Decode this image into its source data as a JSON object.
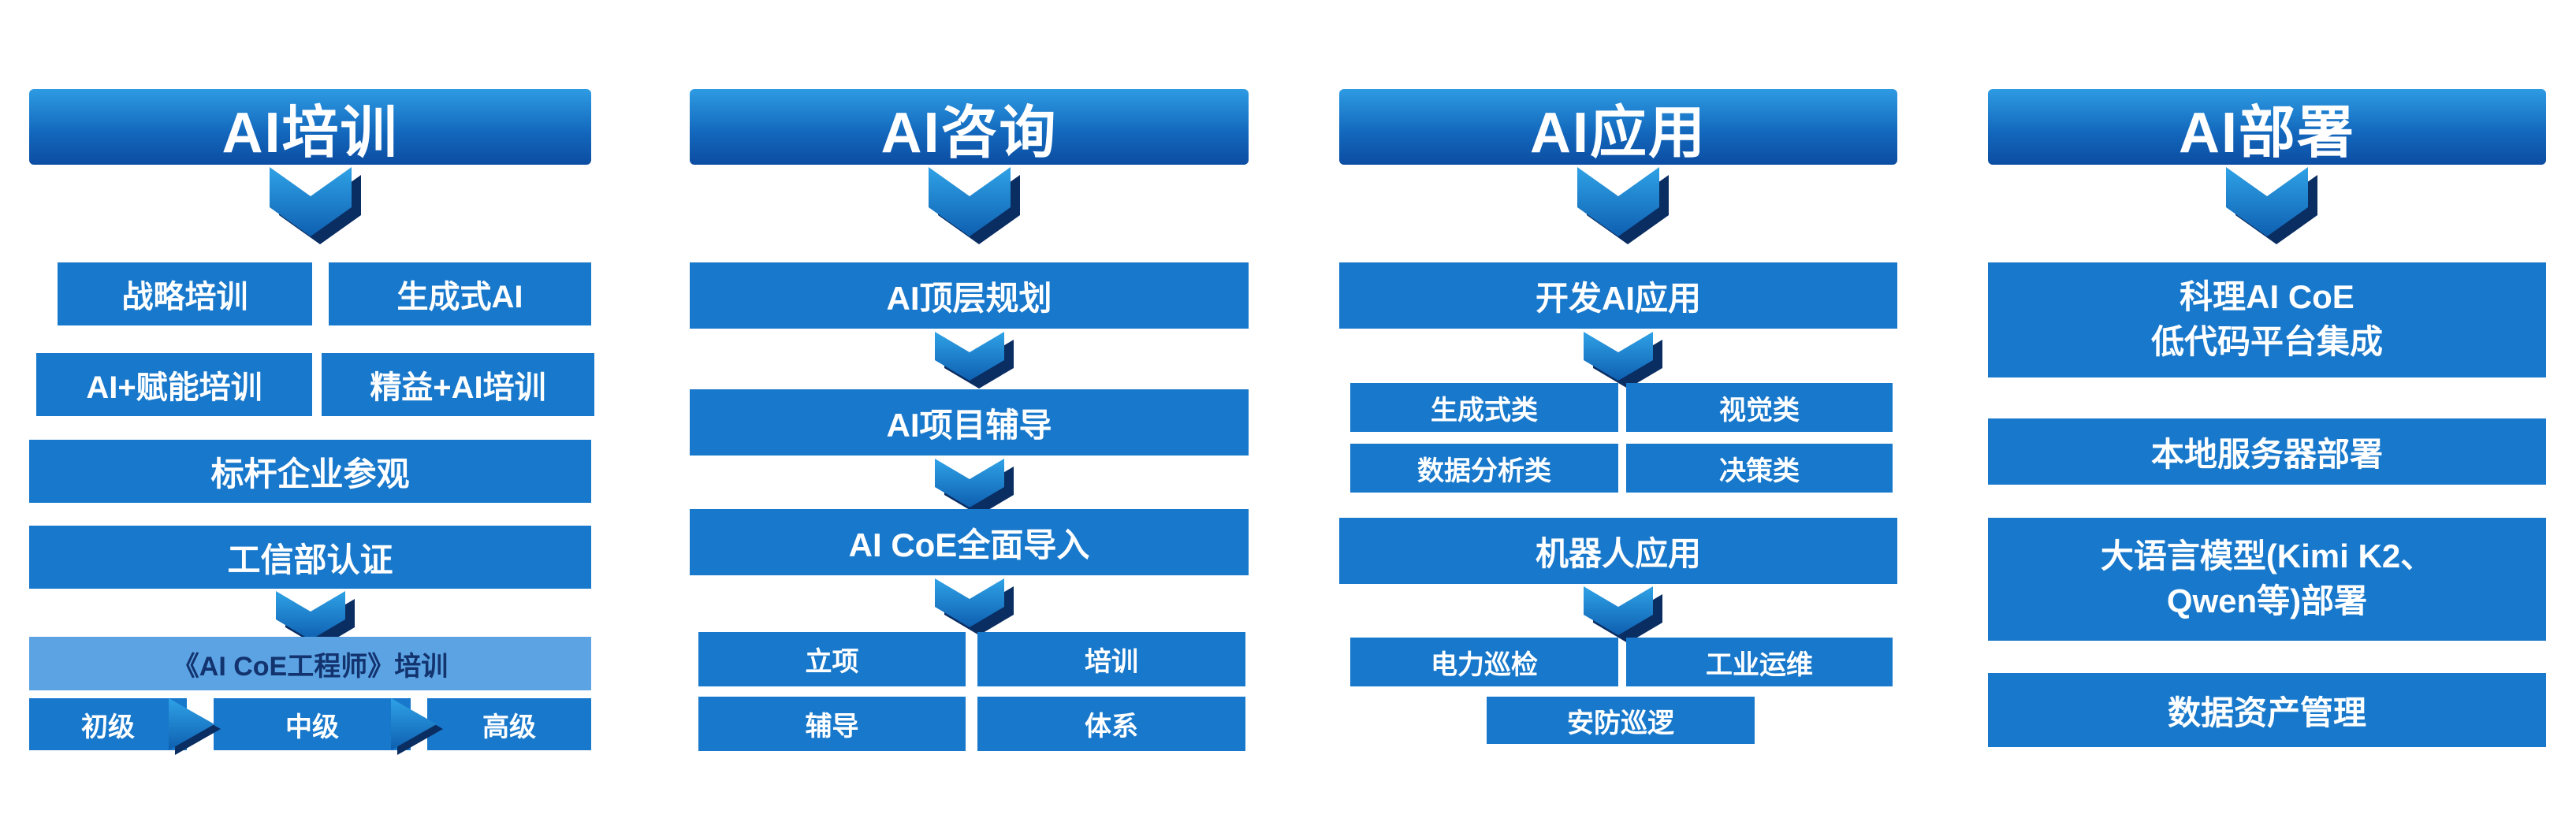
{
  "title": "AI services diagram",
  "colors": {
    "box_blue": "#1878CB",
    "light_box_blue": "#5CA3E4",
    "light_box_text": "#12336E",
    "header_gradient_top": "#2E9BE3",
    "header_gradient_bottom": "#0C4DA2",
    "header_backing_navy": "#0A2550",
    "chevron_shadow_navy": "#0A2D62",
    "text_white": "#FFFFFF"
  },
  "columns": [
    {
      "header": "AI培训",
      "items": [
        "战略培训",
        "生成式AI",
        "AI+赋能培训",
        "精益+AI培训",
        "标杆企业参观",
        "工信部认证",
        "《AI CoE工程师》培训",
        "初级",
        "中级",
        "高级"
      ]
    },
    {
      "header": "AI咨询",
      "items": [
        "AI顶层规划",
        "AI项目辅导",
        "AI CoE全面导入",
        "立项",
        "培训",
        "辅导",
        "体系"
      ]
    },
    {
      "header": "AI应用",
      "items": [
        "开发AI应用",
        "生成式类",
        "视觉类",
        "数据分析类",
        "决策类",
        "机器人应用",
        "电力巡检",
        "工业运维",
        "安防巡逻"
      ]
    },
    {
      "header": "AI部署",
      "items": [
        "科理AI CoE\n低代码平台集成",
        "本地服务器部署",
        "大语言模型(Kimi K2、\nQwen等)部署",
        "数据资产管理"
      ]
    }
  ]
}
